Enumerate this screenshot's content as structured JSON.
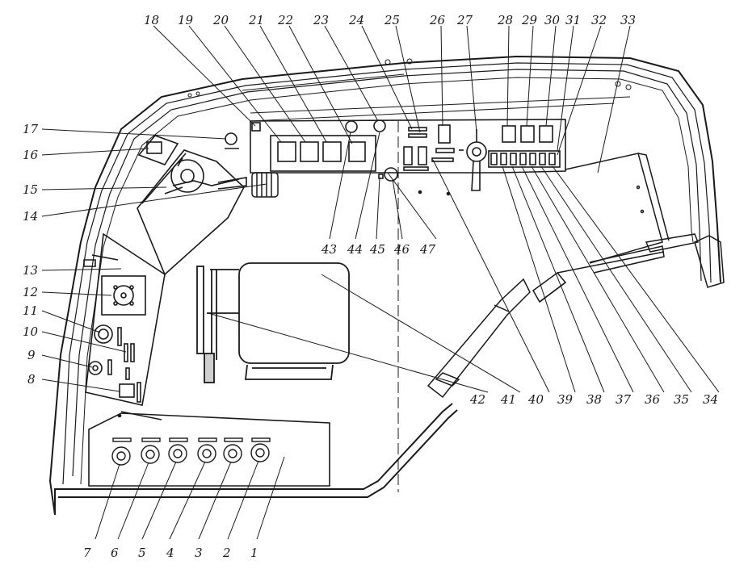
{
  "labels": {
    "l1": "1",
    "l2": "2",
    "l3": "3",
    "l4": "4",
    "l5": "5",
    "l6": "6",
    "l7": "7",
    "l8": "8",
    "l9": "9",
    "l10": "10",
    "l11": "11",
    "l12": "12",
    "l13": "13",
    "l14": "14",
    "l15": "15",
    "l16": "16",
    "l17": "17",
    "l18": "18",
    "l19": "19",
    "l20": "20",
    "l21": "21",
    "l22": "22",
    "l23": "23",
    "l24": "24",
    "l25": "25",
    "l26": "26",
    "l27": "27",
    "l28": "28",
    "l29": "29",
    "l30": "30",
    "l31": "31",
    "l32": "32",
    "l33": "33",
    "l34": "34",
    "l35": "35",
    "l36": "36",
    "l37": "37",
    "l38": "38",
    "l39": "39",
    "l40": "40",
    "l41": "41",
    "l42": "42",
    "l43": "43",
    "l44": "44",
    "l45": "45",
    "l46": "46",
    "l47": "47"
  }
}
